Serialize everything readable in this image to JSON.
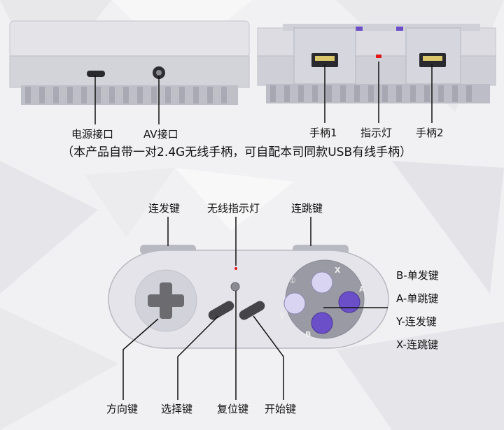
{
  "console": {
    "power_port_label": "电源接口",
    "av_port_label": "AV接口",
    "controller1_label": "手柄1",
    "indicator_label": "指示灯",
    "controller2_label": "手柄2",
    "note": "（本产品自带一对2.4G无线手柄，可自配本司同款USB有线手柄）"
  },
  "controller": {
    "turbo_label": "连发键",
    "wireless_indicator_label": "无线指示灯",
    "turbo_jump_label": "连跳键",
    "b_label": "B-单发键",
    "a_label": "A-单跳键",
    "y_label": "Y-连发键",
    "x_label": "X-连跳键",
    "dpad_label": "方向键",
    "select_label": "选择键",
    "reset_label": "复位键",
    "start_label": "开始键",
    "btn_x": "X",
    "btn_a": "A",
    "btn_y": "Y",
    "btn_b": "B",
    "btn_one": "①"
  },
  "colors": {
    "shell": "#dcdce2",
    "shell_dark": "#b9b9c2",
    "purple": "#6a4fc8",
    "lavender": "#d8d4f2",
    "dark_gray": "#6b6b70",
    "indicator_red": "#e01818"
  }
}
